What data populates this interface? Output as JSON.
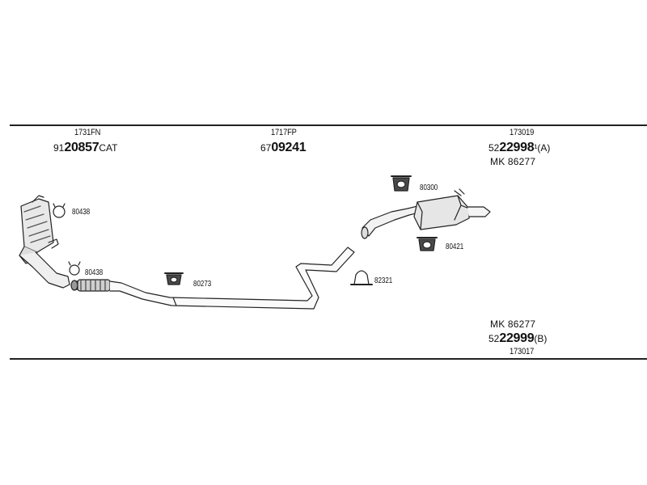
{
  "sections": {
    "front": {
      "ref": "1731FN",
      "part_prefix": "91",
      "part_main": "20857",
      "part_suffix": "CAT"
    },
    "middle": {
      "ref": "1717FP",
      "part_prefix": "67",
      "part_main": "09241",
      "part_suffix": ""
    },
    "rear_a": {
      "ref": "173019",
      "part_prefix": "52",
      "part_main": "22998",
      "part_suffix": "¹(A)",
      "mk": "MK  86277"
    },
    "rear_b": {
      "mk": "MK  86277",
      "part_prefix": "52",
      "part_main": "22999",
      "part_suffix": "(B)",
      "ref": "173017"
    }
  },
  "fittings": [
    {
      "code": "80438"
    },
    {
      "code": "80438"
    },
    {
      "code": "80273"
    },
    {
      "code": "82321"
    },
    {
      "code": "80300"
    },
    {
      "code": "80421"
    }
  ],
  "colors": {
    "line": "#222222",
    "part_fill": "#e6e6e6",
    "part_dark": "#4a4a4a"
  }
}
